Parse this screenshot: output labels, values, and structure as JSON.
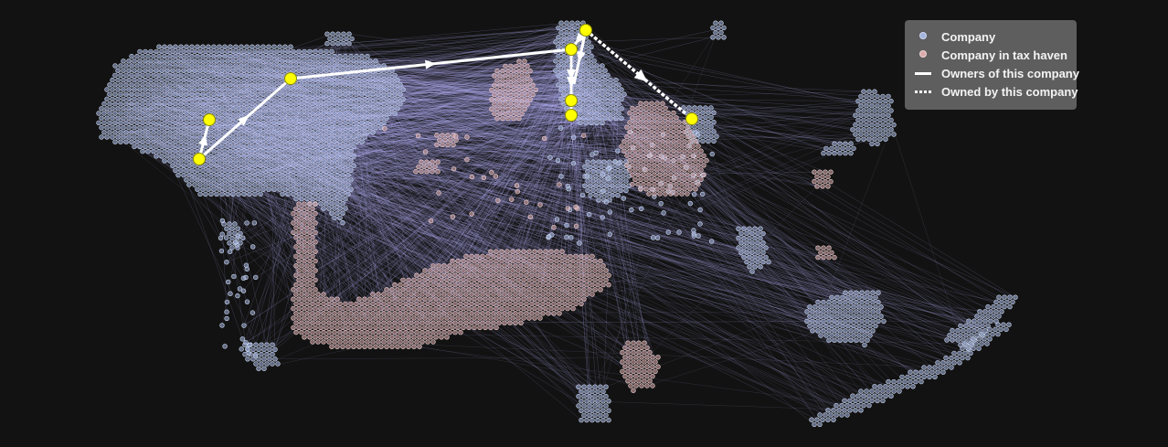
{
  "legend": {
    "company_label": "Company",
    "tax_haven_label": "Company in tax haven",
    "owners_label": "Owners of this company",
    "owned_label": "Owned by this company"
  },
  "colors": {
    "background": "#121212",
    "company_fill": "#a3b4dc",
    "tax_haven_fill": "#d8aaaa",
    "link": "#b9b6ff",
    "highlight_node": "#ffff00",
    "ownership_path": "#ffffff"
  }
}
